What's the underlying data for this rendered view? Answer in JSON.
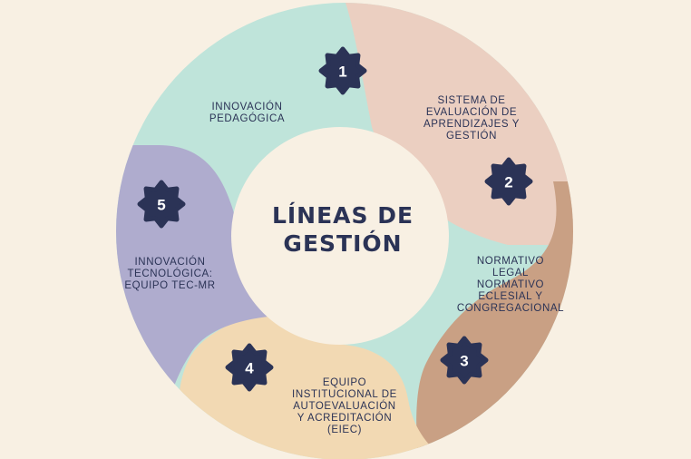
{
  "center_title": {
    "line1": "LÍNEAS DE",
    "line2": "GESTIÓN"
  },
  "segments": [
    {
      "number": "1",
      "label_lines": [
        "INNOVACIÓN",
        "PEDAGÓGICA"
      ],
      "color": "#bfe4da"
    },
    {
      "number": "2",
      "label_lines": [
        "SISTEMA DE",
        "EVALUACIÓN DE",
        "APRENDIZAJES Y",
        "GESTIÓN"
      ],
      "color": "#ebcfc1"
    },
    {
      "number": "3",
      "label_lines": [
        "NORMATIVO",
        "LEGAL",
        "NORMATIVO",
        "ECLESIAL Y",
        "CONGREGACIONAL"
      ],
      "color": "#c9a084"
    },
    {
      "number": "4",
      "label_lines": [
        "EQUIPO",
        "INSTITUCIONAL DE",
        "AUTOEVALUACIÓN",
        "Y ACREDITACIÓN",
        "(EIEC)"
      ],
      "color": "#f2d9b3"
    },
    {
      "number": "5",
      "label_lines": [
        "INNOVACIÓN",
        "TECNOLÓGICA:",
        "EQUIPO TEC-MR"
      ],
      "color": "#afacce"
    }
  ],
  "colors": {
    "background": "#f8f0e3",
    "center": "#f8f0e3",
    "badge": "#2b3356",
    "text": "#2b3356"
  }
}
